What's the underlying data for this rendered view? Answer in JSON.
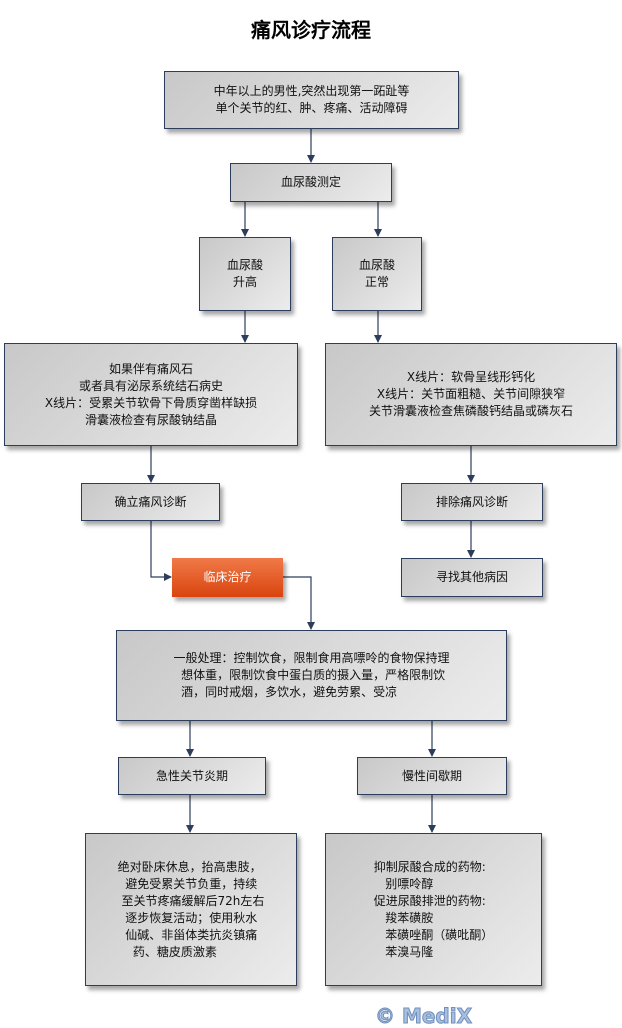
{
  "title": "痛风诊疗流程",
  "nodes": {
    "onset": "中年以上的男性,突然出现第一跖趾等\n单个关节的红、肿、疼痛、活动障碍",
    "test": "血尿酸测定",
    "high": "血尿酸\n升高",
    "normal": "血尿酸\n正常",
    "high_findings": "如果伴有痛风石\n或者具有泌尿系统结石病史\nX线片：受累关节软骨下骨质穿凿样缺损\n滑囊液检查有尿酸钠结晶",
    "normal_findings": "X线片：软骨呈线形钙化\nX线片：关节面粗糙、关节间隙狭窄\n关节滑囊液检查焦磷酸钙结晶或磷灰石",
    "confirm": "确立痛风诊断",
    "exclude": "排除痛风诊断",
    "treatment": "临床治疗",
    "other": "寻找其他病因",
    "general": "一般处理：控制饮食，限制食用高嘌呤的食物保持理\n  想体重，限制饮食中蛋白质的摄入量，严格限制饮\n  酒，同时戒烟，多饮水，避免劳累、受凉",
    "acute": "急性关节炎期",
    "chronic": "慢性间歇期",
    "acute_tx": "绝对卧床休息，抬高患肢，\n  避免受累关节负重，持续\n 至关节疼痛缓解后72h左右\n  逐步恢复活动；使用秋水\n  仙碱、非甾体类抗炎镇痛\n    药、糖皮质激素",
    "chronic_tx": "抑制尿酸合成的药物:\n   别嘌呤醇\n促进尿酸排泄的药物:\n   羧苯磺胺\n   苯磺唑酮（磺吡酮）\n   苯溴马隆"
  },
  "watermark": "© MediX"
}
